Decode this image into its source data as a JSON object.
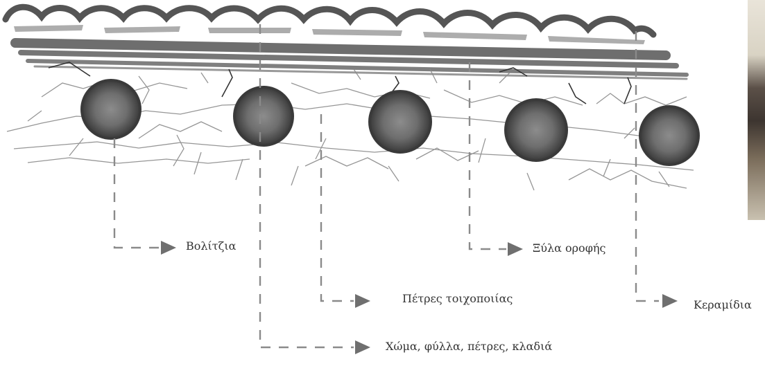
{
  "labels": {
    "bolitzia": "Βολίτζια",
    "xyla_orofis": "Ξύλα οροφής",
    "petres_toixopoiias": "Πέτρες τοιχοποιίας",
    "keramidia": "Κεραμίδια",
    "xoma": "Χώμα, φύλλα, πέτρες, κλαδιά"
  },
  "colors": {
    "pencil": "#4a4a4a",
    "dashes": "#8a8a8a",
    "text": "#333333"
  }
}
